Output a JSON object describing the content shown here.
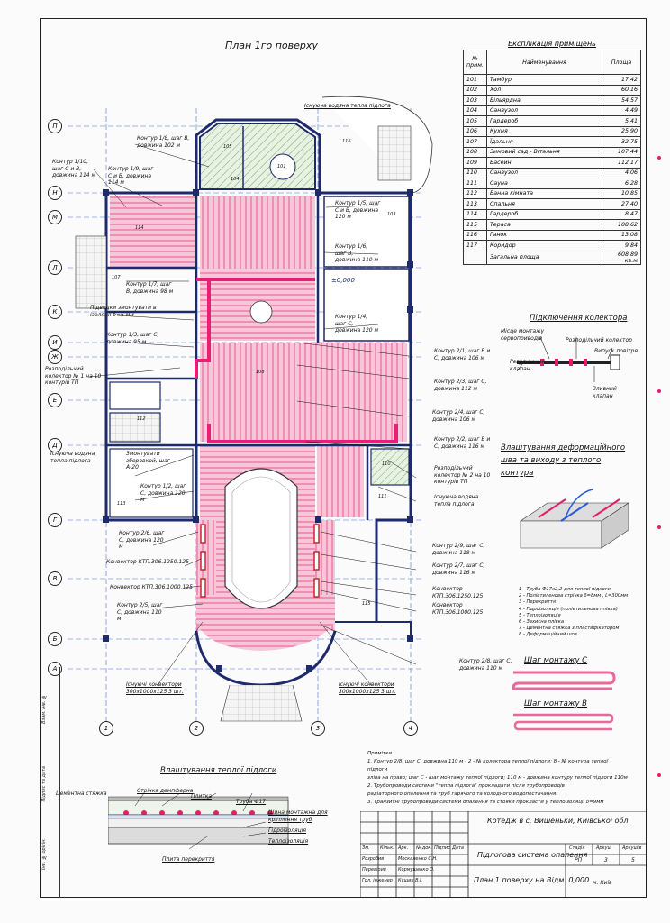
{
  "plan_title": "План 1го поверху",
  "explication": {
    "title": "Експлікація приміщень",
    "headers": [
      "№ прим.",
      "Найменування",
      "Площа"
    ],
    "rows": [
      [
        "101",
        "Тамбур",
        "17,42"
      ],
      [
        "102",
        "Хол",
        "60,16"
      ],
      [
        "103",
        "Більярдна",
        "54,57"
      ],
      [
        "104",
        "Санвузол",
        "4,49"
      ],
      [
        "105",
        "Гардероб",
        "5,41"
      ],
      [
        "106",
        "Кухня",
        "25,90"
      ],
      [
        "107",
        "Їдальня",
        "32,75"
      ],
      [
        "108",
        "Зимовий сад - Вітальня",
        "107,44"
      ],
      [
        "109",
        "Басейн",
        "112,17"
      ],
      [
        "110",
        "Санвузол",
        "4,06"
      ],
      [
        "111",
        "Сауна",
        "6,28"
      ],
      [
        "112",
        "Ванна кімната",
        "10,85"
      ],
      [
        "113",
        "Спальня",
        "27,40"
      ],
      [
        "114",
        "Гардероб",
        "8,47"
      ],
      [
        "115",
        "Тераса",
        "108,62"
      ],
      [
        "116",
        "Ганок",
        "13,08"
      ],
      [
        "117",
        "Коридор",
        "9,84"
      ]
    ],
    "total_label": "Загальна площа",
    "total_value": "608,89 кв.м"
  },
  "axes_rows": [
    "П",
    "Н",
    "М",
    "Л",
    "К",
    "И",
    "Ж",
    "Е",
    "Д",
    "Г",
    "В",
    "Б",
    "А"
  ],
  "axes_cols": [
    "1",
    "2",
    "3",
    "4"
  ],
  "room_numbers": [
    "101",
    "104",
    "105",
    "116",
    "103",
    "114",
    "107",
    "108",
    "113",
    "112",
    "110",
    "111",
    "115"
  ],
  "elevation": "±0,000",
  "plan_labels": {
    "existing_tp_1": "Існуюча водяна тепла підлога",
    "c18": "Контур 1/8, шаг В, довжина 102 м",
    "c110": "Контур 1/10, шаг С и В, довжина 114 м",
    "c19": "Контур 1/9, шаг С и В, довжина 114 м",
    "c15": "Контур 1/5, шаг С и В, довжина 120 м",
    "c16": "Контур 1/6, шаг В, довжина 110 м",
    "c17": "Контур 1/7, шаг В, довжина 98 м",
    "pipes": "Підводки змонтувати в ізоляції б=6 мм",
    "c13": "Контур 1/3, шаг С, довжина 95 м",
    "c14": "Контур 1/4, шаг С, довжина 120 м",
    "coll1": "Розподільчий колектор № 1 на 10 контурів ТП",
    "c21": "Контур 2/1, шаг В и С, довжина 106 м",
    "c23": "Контур 2/3, шаг С, довжина 112 м",
    "c24": "Контур 2/4, шаг С, довжина 106 м",
    "c22": "Контур 2/2, шаг В и С, довжина 116 м",
    "existing_tp_2": "Існуюча водяна тепла підлога",
    "drain": "Змонтувати зборовкой, шаг А-20",
    "c12": "Контур 1/2, шаг С, довжина 120 м",
    "coll2": "Розподільчий колектор № 2 на 10 контурів ТП",
    "existing_tp_3": "Існуюча водяна тепла підлога",
    "c26": "Контур 2/6, шаг С, довжина 120 м",
    "conv1": "Конвектор КТП.306.1250.125",
    "conv2": "Конвектор КТП.306.1000.125",
    "c25": "Контур 2/5, шаг С, довжина 110 м",
    "c29": "Контур 2/9, шаг С, довжина 118 м",
    "c27": "Контур 2/7, шаг С, довжина 116 м",
    "conv3": "Конвектор КТП.306.1250.125",
    "conv4": "Конвектор КТП.306.1000.125",
    "c28": "Контур 2/8, шаг С, довжина 110 м",
    "exist_conv_l": "Існуючі конвектори 300х1000х125   3 шт.",
    "exist_conv_r": "Існуючі конвектори 300х1000х125   3 шт."
  },
  "collector": {
    "title": "Підключення колектора",
    "servo": "Місце монтажу сервоприводів",
    "dist": "Розподільчий колектор",
    "air": "Випуск повітря",
    "reg": "Регулюючий клапан",
    "drain": "Зливний клапан"
  },
  "deform": {
    "title": "Влаштування деформаційного шва та виходу з теплого контура",
    "legend": [
      "1 - Труба Ф17х2,2 для теплої підлоги",
      "2 - Поліетиленова стрічка δ=8мм , L=300мм",
      "3 - Перекриття",
      "4 - Гідроізоляція (поліетиленова плівка)",
      "5 - Теплоізоляція",
      "6 - Захисна плівка",
      "7 - Цементна стяжка з пластифікатором",
      "8 - Деформаційний шов"
    ]
  },
  "step_c": "Шаг монтажу С",
  "step_b": "Шаг монтажу В",
  "floor_section": {
    "title": "Влаштування теплої підлоги",
    "screed": "Цементна стяжка",
    "damper": "Стрічка демпферна",
    "tile": "Плитка",
    "pipe": "Труба Ф17",
    "bus": "Шина монтажна для кріплення труб",
    "hydro": "Гідроізоляція",
    "thermo": "Теплоізоляція",
    "slab": "Плита перекриття"
  },
  "notes": {
    "title": "Примітки :",
    "lines": [
      "1. Контур 2/8, шаг С, довжина 110 м  - 2 - № колектора теплої підлоги; 8 - № контура теплої підлоги",
      "зліва на право; шаг С - шаг монтажу теплої підлоги; 110 м - довжина контуру теплої підлоги 110м",
      "2. Трубопроводи системи \"тепла підлога\" прокладати після трубопроводів",
      "радіаторного опалення та труб гарячого та холодного водопостачання.",
      "3. Транзитні трубопроводи системи опалення та стояки прокласти у теплоізоляції δ=9мм"
    ]
  },
  "stamp": {
    "project": "Котедж в с. Вишеньки, Київської обл.",
    "system": "Підлогова система опалення",
    "sheet_name": "План 1 поверху на Відм. 0,000",
    "stage_h": "Стадія",
    "sheet_h": "Аркуш",
    "sheets_h": "Аркушів",
    "stage": "РП",
    "sheet": "3",
    "sheets": "5",
    "city": "м. Київ",
    "cols": [
      "Зм.",
      "Кільк.",
      "Арк.",
      "№ док.",
      "Підпис",
      "Дата"
    ],
    "roles": [
      "Розробив",
      "Перевірив",
      "Гол. інженер"
    ],
    "names": [
      "Москаленко С.Н.",
      "Кормушенко О.",
      "Кущик В.І."
    ]
  },
  "side_stamp": [
    "Інв. № орігін.",
    "Підпис та дата",
    "Взам. інв. №"
  ]
}
